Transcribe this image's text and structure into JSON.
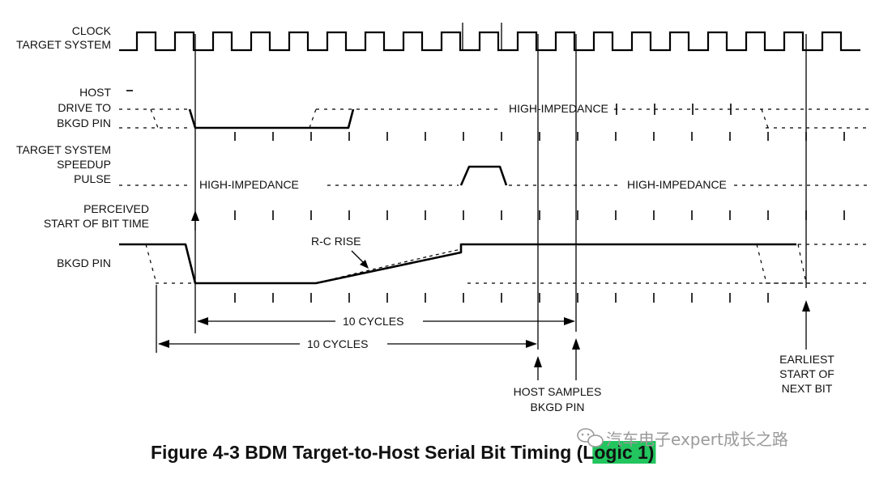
{
  "labels": {
    "clock_line1": "CLOCK",
    "clock_line2": "TARGET SYSTEM",
    "host_line1": "HOST",
    "host_line2": "DRIVE TO",
    "host_line3": "BKGD PIN",
    "speedup_line1": "TARGET SYSTEM",
    "speedup_line2": "SPEEDUP",
    "speedup_line3": "PULSE",
    "perceived_line1": "PERCEIVED",
    "perceived_line2": "START OF BIT TIME",
    "bkgd": "BKGD PIN",
    "high_impedance_host": "HIGH-IMPEDANCE",
    "high_impedance_speedup_left": "HIGH-IMPEDANCE",
    "high_impedance_speedup_right": "HIGH-IMPEDANCE",
    "rc_rise": "R-C RISE",
    "cycles_upper": "10 CYCLES",
    "cycles_lower": "10 CYCLES",
    "host_samples_line1": "HOST SAMPLES",
    "host_samples_line2": "BKGD PIN",
    "earliest_line1": "EARLIEST",
    "earliest_line2": "START OF",
    "earliest_line3": "NEXT BIT"
  },
  "caption": {
    "text": "Figure 4-3  BDM Target-to-Host Serial Bit Timing (Logic 1)",
    "highlight_color": "#22c55e"
  },
  "watermark": {
    "text": "汽车电子expert成长之路"
  }
}
